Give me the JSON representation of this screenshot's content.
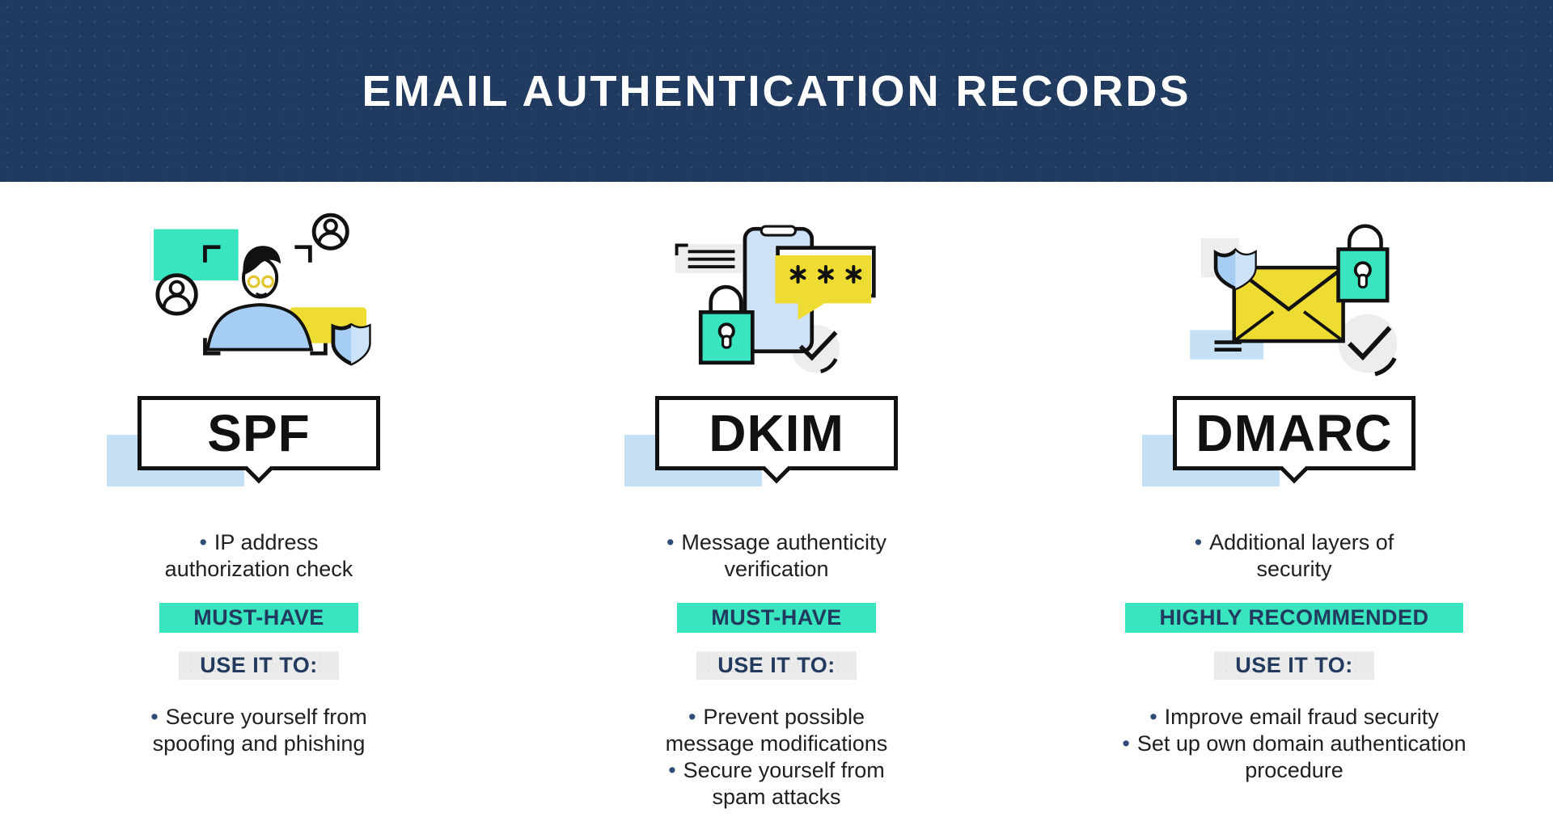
{
  "header": {
    "title": "EMAIL AUTHENTICATION RECORDS"
  },
  "bullet": "•",
  "columns": [
    {
      "id": "spf",
      "title": "SPF",
      "description_bullets": [
        "IP address authorization check"
      ],
      "badge": "MUST-HAVE",
      "use_label": "USE IT TO:",
      "use_bullets": [
        "Secure yourself from spoofing and phishing"
      ],
      "illustration_icon": "identity-verification-illustration"
    },
    {
      "id": "dkim",
      "title": "DKIM",
      "description_bullets": [
        "Message authenticity verification"
      ],
      "badge": "MUST-HAVE",
      "use_label": "USE IT TO:",
      "use_bullets": [
        "Prevent possible message modifications",
        "Secure yourself from spam attacks"
      ],
      "illustration_icon": "phone-password-lock-illustration"
    },
    {
      "id": "dmarc",
      "title": "DMARC",
      "description_bullets": [
        "Additional layers of security"
      ],
      "badge": "HIGHLY RECOMMENDED",
      "use_label": "USE IT TO:",
      "use_bullets": [
        "Improve email fraud security",
        "Set up own domain authentication procedure"
      ],
      "illustration_icon": "envelope-shield-lock-illustration"
    }
  ],
  "colors": {
    "header_bg": "#213a5f",
    "teal_accent": "#38e5bf",
    "light_blue_accent": "#c5dff4",
    "yellow_accent": "#eedc32",
    "navy_text": "#223a5e",
    "gray_box": "#ebebeb"
  }
}
